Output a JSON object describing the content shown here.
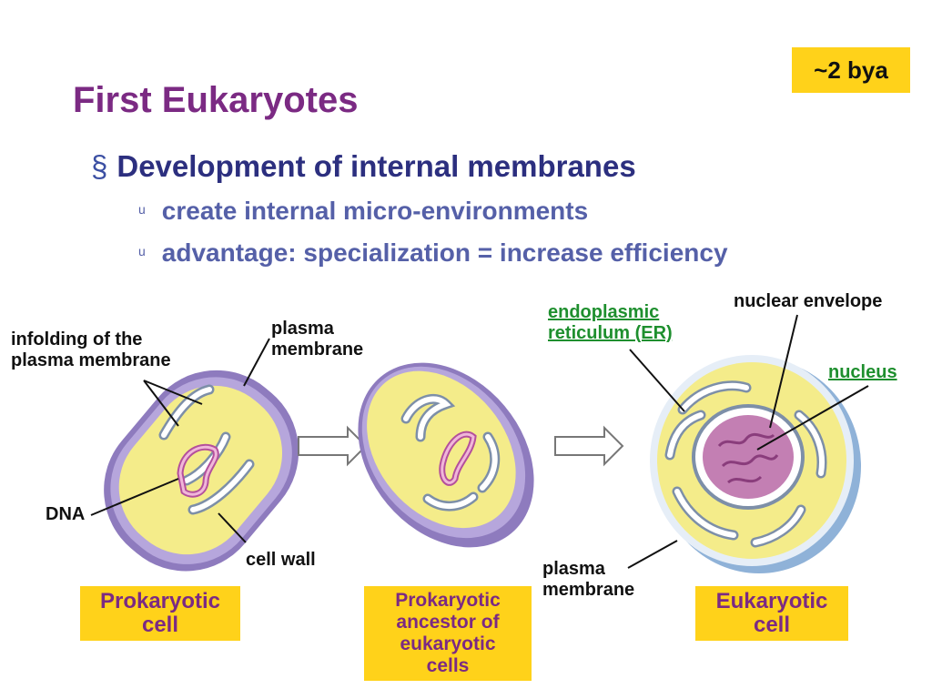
{
  "badge": "~2 bya",
  "title": "First Eukaryotes",
  "bullet_marker": "§",
  "bullet": "Development of internal membranes",
  "sub_marker": "u",
  "sub_bullets": [
    "create internal micro-environments",
    "advantage: specialization = increase efficiency"
  ],
  "labels": {
    "infolding_1": "infolding of the",
    "infolding_2": "plasma membrane",
    "plasma_a_1": "plasma",
    "plasma_a_2": "membrane",
    "dna": "DNA",
    "cell_wall": "cell wall",
    "er_1": "endoplasmic",
    "er_2": "reticulum (ER)",
    "nuclear_envelope": "nuclear envelope",
    "nucleus": "nucleus",
    "plasma_b_1": "plasma",
    "plasma_b_2": "membrane"
  },
  "boxes": {
    "prokaryotic_1": "Prokaryotic",
    "prokaryotic_2": "cell",
    "ancestor_1": "Prokaryotic",
    "ancestor_2": "ancestor of",
    "ancestor_3": "eukaryotic",
    "ancestor_4": "cells",
    "eukaryotic_1": "Eukaryotic",
    "eukaryotic_2": "cell"
  },
  "colors": {
    "title": "#7b2a83",
    "box_fill": "#ffd21a",
    "green_label": "#1e8f2e",
    "cytoplasm": "#f4ec8a",
    "wall": "#9a86c8",
    "nucleus": "#c37fb3"
  }
}
